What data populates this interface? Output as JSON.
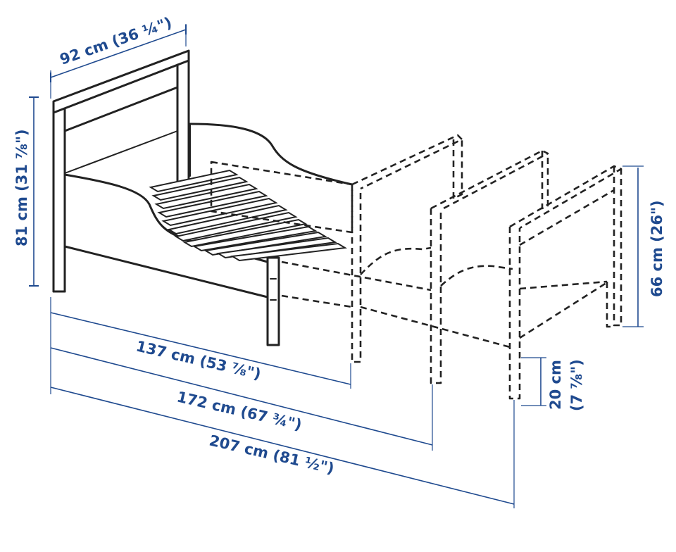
{
  "dimensions": {
    "width_headboard": "92 cm (36 ¼\")",
    "height_headboard": "81 cm (31 ⅞\")",
    "height_footboard": "66 cm (26\")",
    "leg_height_cm": "20 cm",
    "leg_height_in": "(7 ⅞\")",
    "length_short": "137 cm (53 ⅞\")",
    "length_medium": "172 cm (67 ¾\")",
    "length_long": "207 cm (81 ½\")"
  },
  "colors": {
    "dimension": "#1f4a8f",
    "drawing": "#222222"
  }
}
